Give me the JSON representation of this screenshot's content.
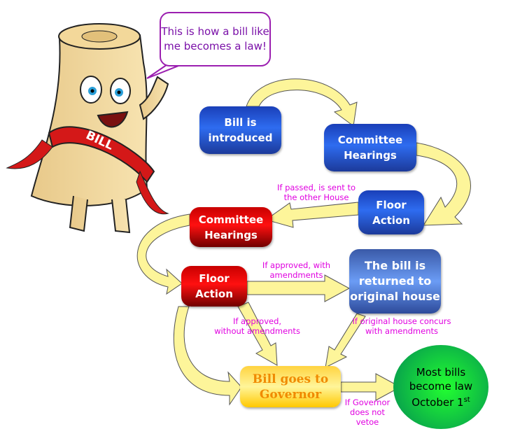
{
  "speech_bubble": "This is how a bill like me becomes a law!",
  "character": {
    "sash_text": "BILL"
  },
  "steps": {
    "bill_introduced": "Bill is introduced",
    "committee_1": "Committee Hearings",
    "floor_1": "Floor Action",
    "committee_2": "Committee Hearings",
    "floor_2": "Floor Action",
    "returned": "The bill is returned to original house",
    "governor": "Bill goes to Governor",
    "law_main": "Most bills become law October 1",
    "law_sup": "st"
  },
  "notes": {
    "passed": "If passed, is sent to\nthe other House",
    "with_amend": "If approved, with\namendments",
    "without_amend": "If approved,\nwithout amendments",
    "concurs": "If original house concurs\nwith amendments",
    "no_veto": "If Governor\ndoes not vetoe"
  },
  "colors": {
    "arrow": "#fdf59a",
    "note_text": "#e000e0",
    "bubble_border": "#9b1fb0"
  }
}
